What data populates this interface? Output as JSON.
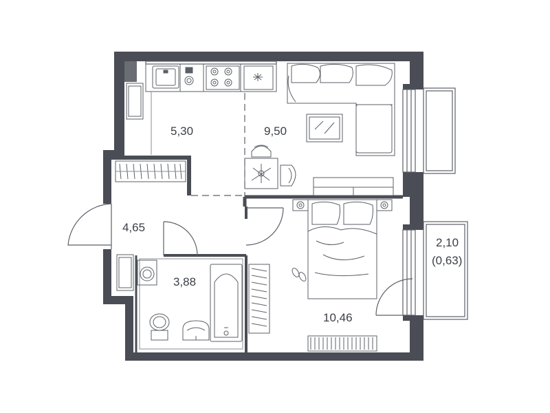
{
  "colors": {
    "wall": "#4a4d55",
    "line": "#5b5f66",
    "thin": "#8a8d93",
    "background": "#ffffff"
  },
  "rooms": {
    "kitchen": {
      "area": "5,30"
    },
    "living": {
      "area": "9,50"
    },
    "hall": {
      "area": "4,65"
    },
    "bathroom": {
      "area": "3,88"
    },
    "bedroom": {
      "area": "10,46"
    },
    "balcony": {
      "area": "2,10",
      "reduced_area": "(0,63)"
    }
  },
  "icons": [
    "sink-icon",
    "stove-icon",
    "fridge-icon",
    "sofa-icon",
    "tv-icon",
    "table-icon",
    "chair-icon",
    "bed-icon",
    "wardrobe-icon",
    "bathtub-icon",
    "toilet-icon",
    "washbasin-icon",
    "washing-machine-icon",
    "slippers-icon",
    "rug-icon"
  ]
}
